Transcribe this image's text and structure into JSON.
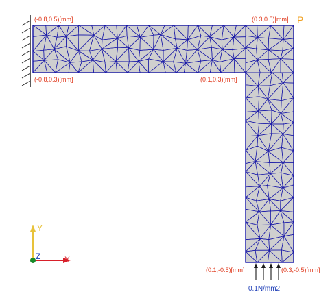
{
  "colors": {
    "mesh_fill": "#cfcfcf",
    "mesh_edge": "#1a1aa8",
    "label": "#e03a1e",
    "point": "#f0a020",
    "load": "#1a1a1a",
    "load_label": "#1f3fb8",
    "axis_y": "#e8c23a",
    "axis_x": "#d8202a",
    "axis_z": "#1a8a2a"
  },
  "labels": {
    "top_left": "(-0.8,0.5)[mm]",
    "bottom_left": "(-0.8,0.3)[mm]",
    "top_right": "(0.3,0.5)[mm]",
    "inner_corner": "(0.1,0.3)[mm]",
    "bottom_left_leg": "(0.1,-0.5)[mm]",
    "bottom_right_leg": "(0.3,-0.5)[mm]",
    "point": "P",
    "load": "0.1N/mm2"
  },
  "axes": {
    "x": "X",
    "y": "Y",
    "z": "Z"
  },
  "icons": {
    "support": "fixed-support-hatch-icon",
    "load": "distributed-load-arrows-icon",
    "triad": "coordinate-triad-icon"
  }
}
